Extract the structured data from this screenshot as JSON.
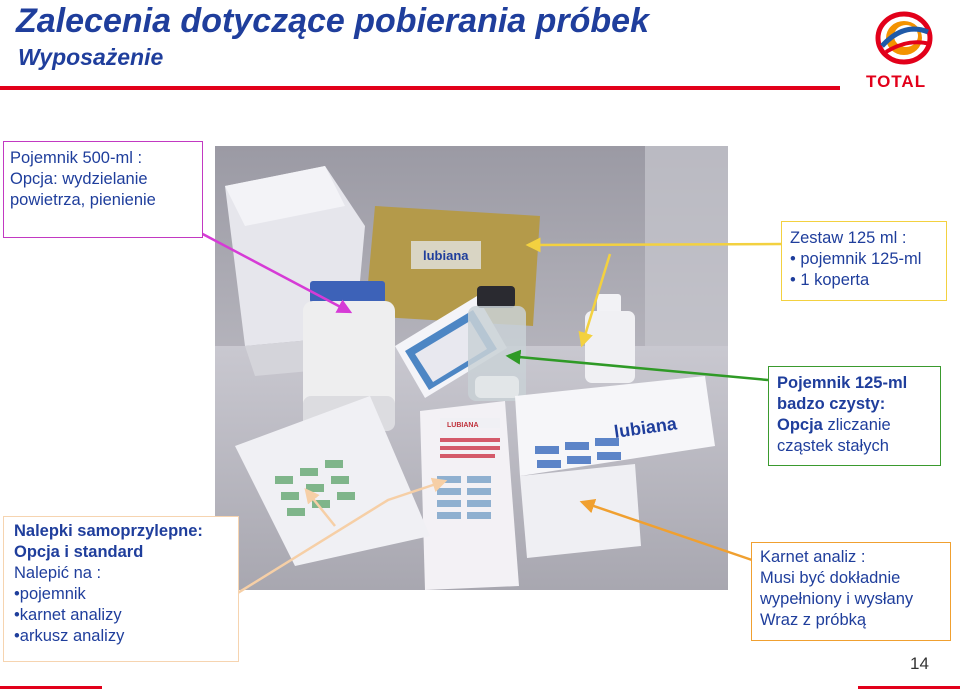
{
  "header": {
    "title": "Zalecenia dotyczące pobierania próbek",
    "subtitle": "Wyposażenie"
  },
  "logo": {
    "text": "TOTAL",
    "colors": {
      "red": "#e2001a",
      "blue": "#1f5aa8",
      "orange": "#f39200"
    }
  },
  "colors": {
    "text_blue": "#1f3e9c",
    "rule_red": "#e2001a",
    "magenta": "#d63bd6",
    "yellow": "#f3d140",
    "green": "#2f9a26",
    "peach": "#f6cfa6",
    "orange": "#f0a030"
  },
  "callouts": {
    "pojemnik500": {
      "lines": [
        "Pojemnik 500-ml :",
        "Opcja: wydzielanie",
        " powietrza, pienienie"
      ]
    },
    "zestaw": {
      "heading": "Zestaw 125 ml :",
      "items": [
        "• pojemnik 125-ml",
        "• 1 koperta"
      ]
    },
    "czysty": {
      "heading": "Pojemnik 125-ml",
      "heading2": "badzo czysty:",
      "option_bold": "Opcja",
      "option_rest": " zliczanie",
      "line4": "cząstek stałych"
    },
    "nalepki": {
      "heading": "Nalepki samoprzylepne:",
      "heading2": "Opcja i standard",
      "line3": "Nalepić na :",
      "items": [
        "•pojemnik",
        "•karnet analizy",
        "•arkusz analizy"
      ]
    },
    "karnet": {
      "lines": [
        "Karnet analiz :",
        "Musi być dokładnie",
        "wypełniony i wysłany",
        "Wraz z próbką"
      ]
    }
  },
  "photo": {
    "labels": {
      "envelope": "lubiana",
      "booklet": "lubiana",
      "sheet_title": "LUBIANA"
    }
  },
  "footer": {
    "page_number": "14"
  }
}
